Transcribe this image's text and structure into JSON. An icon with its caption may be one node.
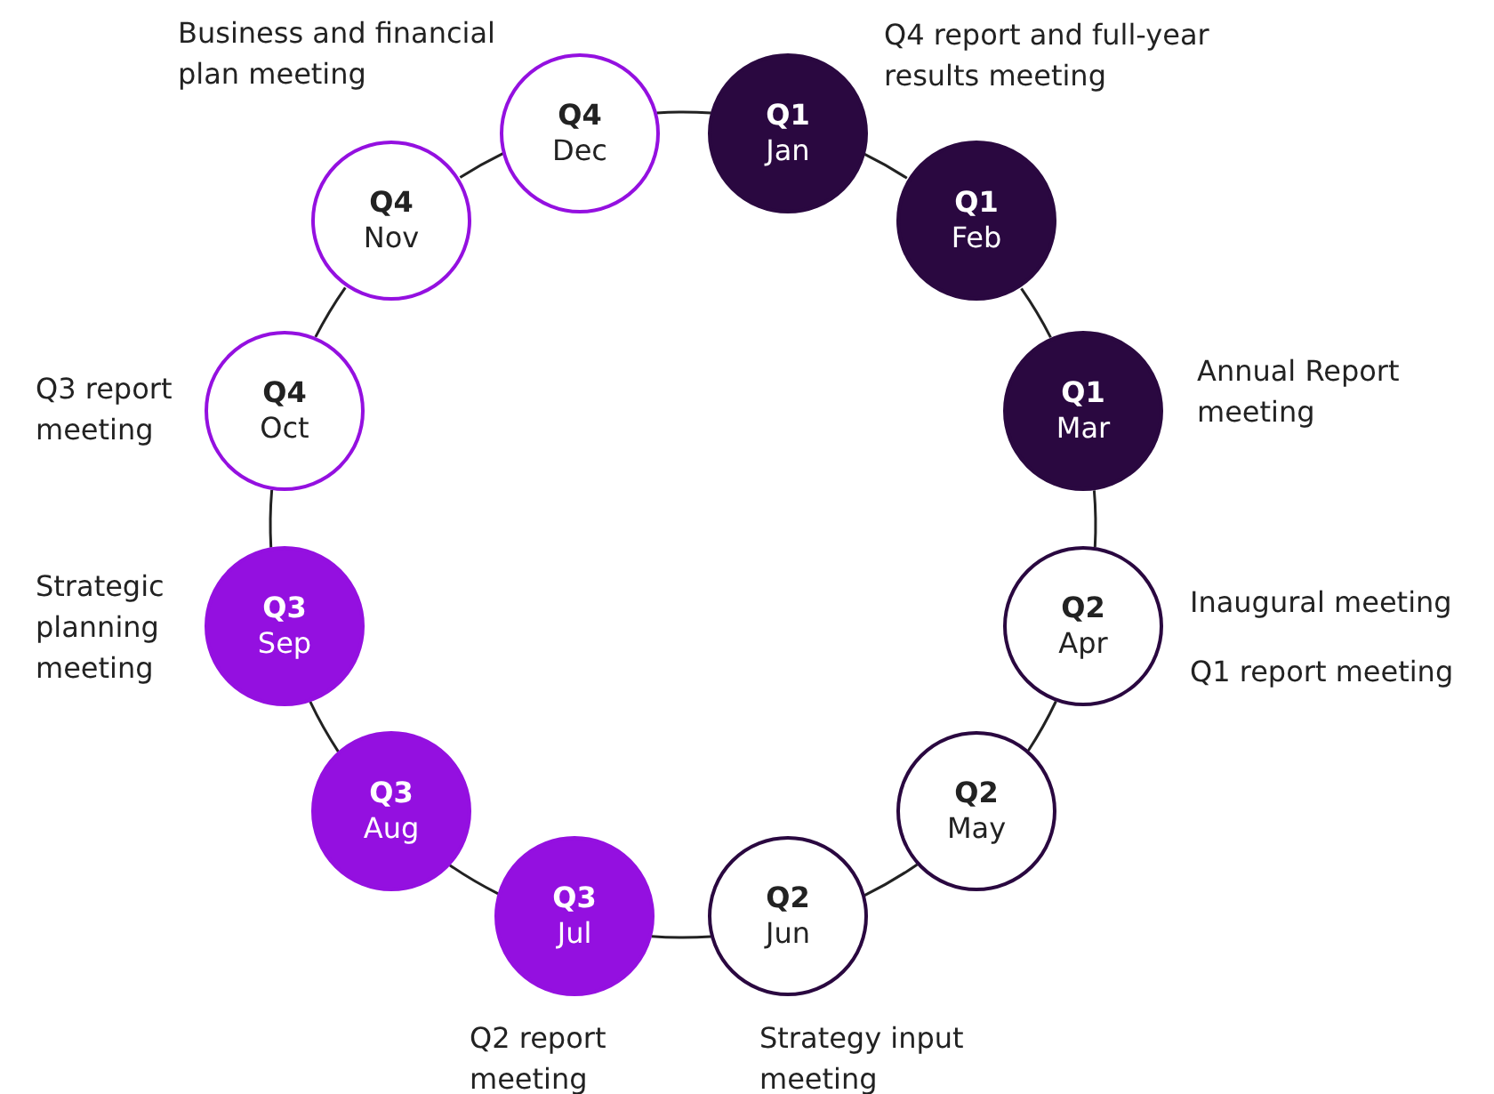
{
  "diagram": {
    "nodes": [
      {
        "text": [
          "Q1",
          "Jan"
        ],
        "beside": [
          "Q4 report and full-year results meeting"
        ]
      },
      {
        "text": [
          "Q1",
          "Feb"
        ]
      },
      {
        "text": [
          "Q1",
          "Mar"
        ],
        "beside": [
          "Annual Report meeting"
        ]
      },
      {
        "text": [
          "Q2",
          "Apr"
        ],
        "beside": [
          "Inaugural meeting",
          "Q1 report meeting"
        ]
      },
      {
        "text": [
          "Q2",
          "May"
        ]
      },
      {
        "text": [
          "Q2",
          "Jun"
        ],
        "beside": [
          "Strategy input meeting"
        ]
      },
      {
        "text": [
          "Q3",
          "Jul"
        ],
        "beside": [
          "Q2 report meeting"
        ]
      },
      {
        "text": [
          "Q3",
          "Aug"
        ]
      },
      {
        "text": [
          "Q3",
          "Sep"
        ],
        "beside": [
          "Strategic planning meeting"
        ]
      },
      {
        "text": [
          "Q4",
          "Oct"
        ],
        "beside": [
          "Q3 report meeting"
        ]
      },
      {
        "text": [
          "Q4",
          "Nov"
        ]
      },
      {
        "text": [
          "Q4",
          "Dec"
        ],
        "beside": [
          "Business and financial plan meeting"
        ]
      }
    ],
    "edges": [
      {
        "from": 0,
        "to": 1,
        "arrow": "none"
      },
      {
        "from": 1,
        "to": 2,
        "arrow": "none"
      },
      {
        "from": 2,
        "to": 3,
        "arrow": "none"
      },
      {
        "from": 3,
        "to": 4,
        "arrow": "none"
      },
      {
        "from": 4,
        "to": 5,
        "arrow": "none"
      },
      {
        "from": 5,
        "to": 6,
        "arrow": "none"
      },
      {
        "from": 6,
        "to": 7,
        "arrow": "none"
      },
      {
        "from": 7,
        "to": 8,
        "arrow": "none"
      },
      {
        "from": 8,
        "to": 9,
        "arrow": "none"
      },
      {
        "from": 9,
        "to": 10,
        "arrow": "none"
      },
      {
        "from": 10,
        "to": 11,
        "arrow": "none"
      },
      {
        "from": 11,
        "to": 0,
        "arrow": "none"
      }
    ]
  }
}
